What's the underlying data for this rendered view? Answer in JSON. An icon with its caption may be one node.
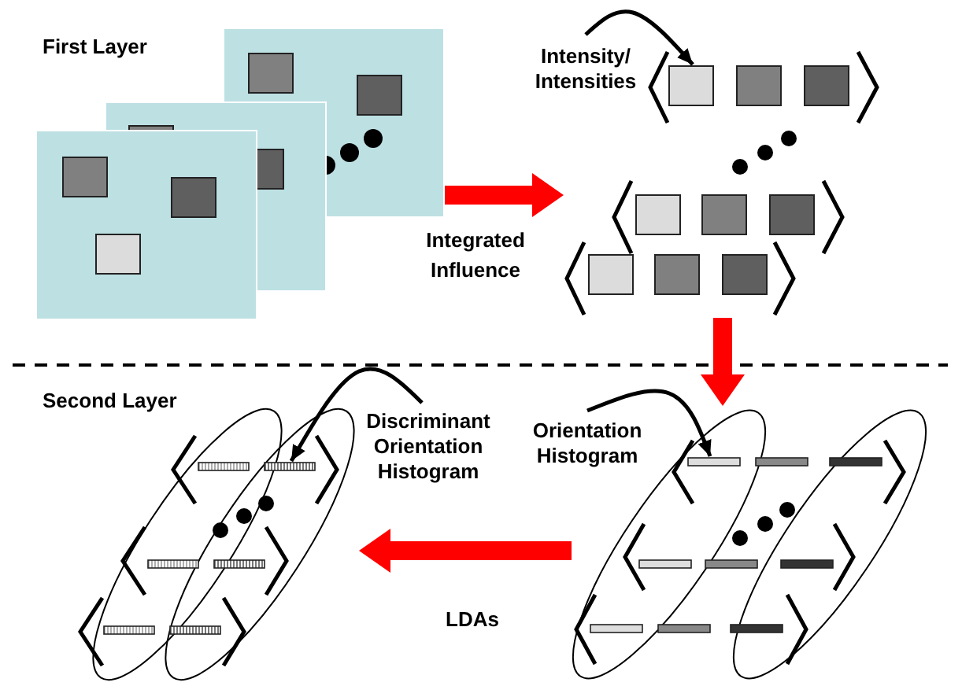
{
  "diagram": {
    "nodes": [
      {
        "text": [],
        "shape": "picture"
      },
      {
        "text": [],
        "shape": "picture"
      },
      {
        "text": [],
        "shape": "picture"
      },
      {
        "text": [],
        "shape": "picture"
      },
      {
        "text": [
          "Intensity/ Intensities"
        ]
      },
      {
        "text": [
          "Orientation Histogram"
        ]
      },
      {
        "text": [
          "Discriminant Orientation Histogram"
        ]
      }
    ],
    "edges": [
      {
        "from": 0,
        "to": 1,
        "arrow": "to",
        "label": "Integrated Influence",
        "style": "thick",
        "color": "#ff0000"
      },
      {
        "from": 1,
        "to": 2,
        "arrow": "to",
        "style": "thick",
        "color": "#ff0000"
      },
      {
        "from": 2,
        "to": 3,
        "arrow": "to",
        "label": "LDAs",
        "style": "thick",
        "color": "#ff0000"
      },
      {
        "from": 4,
        "to": 1,
        "arrow": "to",
        "color": "#000000"
      },
      {
        "from": 5,
        "to": 2,
        "arrow": "to",
        "color": "#000000"
      },
      {
        "from": 6,
        "to": 3,
        "arrow": "to",
        "color": "#000000"
      }
    ],
    "labels": [
      "First Layer",
      "Second Layer"
    ]
  }
}
